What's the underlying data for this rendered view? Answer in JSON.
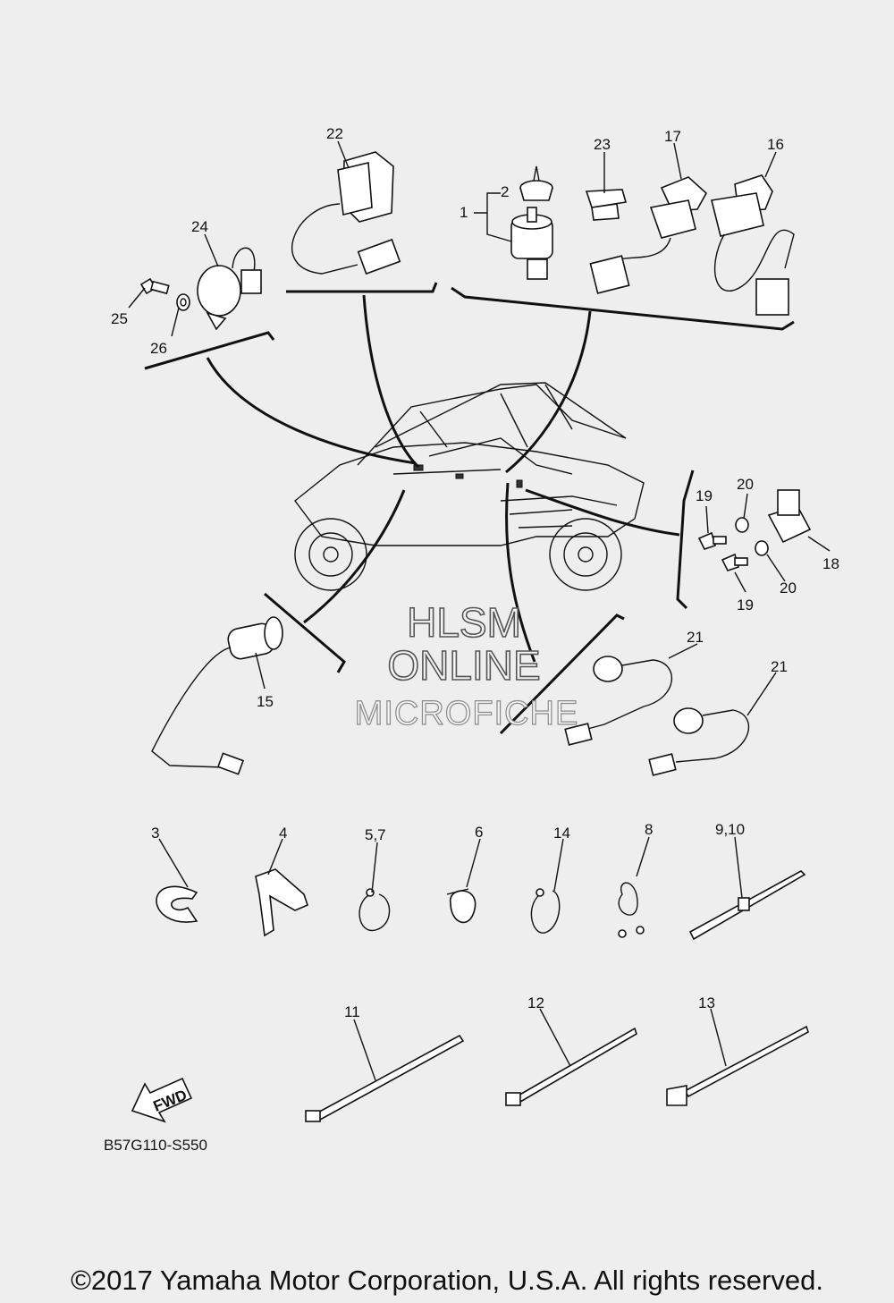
{
  "diagram": {
    "callouts": {
      "c1": "1",
      "c2": "2",
      "c3": "3",
      "c4": "4",
      "c5_7": "5,7",
      "c6": "6",
      "c8": "8",
      "c9_10": "9,10",
      "c11": "11",
      "c12": "12",
      "c13": "13",
      "c14": "14",
      "c15": "15",
      "c16": "16",
      "c17": "17",
      "c18": "18",
      "c19a": "19",
      "c19b": "19",
      "c20a": "20",
      "c20b": "20",
      "c21a": "21",
      "c21b": "21",
      "c22": "22",
      "c23": "23",
      "c24": "24",
      "c25": "25",
      "c26": "26"
    },
    "fwd_label": "FWD",
    "diagram_code": "B57G110-S550",
    "watermark": {
      "line1": "HLSM",
      "line2": "ONLINE",
      "line3": "MICROFICHE"
    },
    "copyright": "©2017 Yamaha Motor Corporation, U.S.A. All rights reserved."
  }
}
